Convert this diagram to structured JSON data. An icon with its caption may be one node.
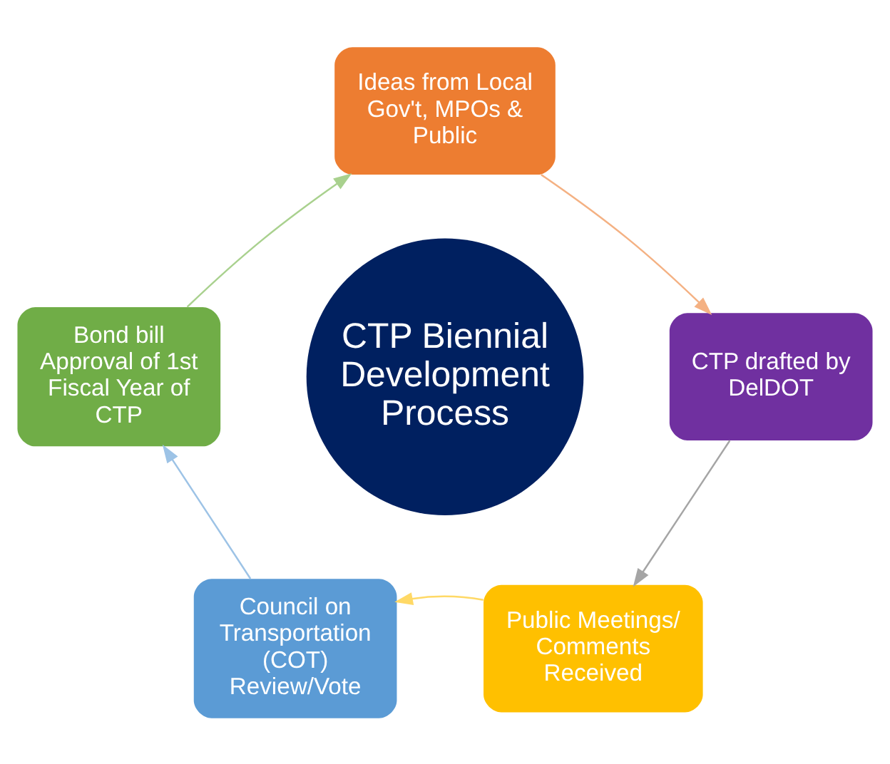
{
  "diagram": {
    "nodes": [
      {
        "text": [
          "Ideas from Local Gov't, MPOs & Public"
        ]
      },
      {
        "text": [
          "CTP drafted by DelDOT"
        ]
      },
      {
        "text": [
          "Public Meetings/ Comments Received"
        ]
      },
      {
        "text": [
          "Council on Transportation (COT) Review/Vote"
        ]
      },
      {
        "text": [
          "Bond bill Approval of 1st Fiscal Year of CTP"
        ]
      },
      {
        "text": [
          "CTP Biennial Development Process"
        ]
      }
    ],
    "edges": [
      {
        "from": 0,
        "to": 1,
        "arrow": "to",
        "color": "#f4b183"
      },
      {
        "from": 1,
        "to": 2,
        "arrow": "to",
        "color": "#a5a5a5"
      },
      {
        "from": 2,
        "to": 3,
        "arrow": "to",
        "color": "#ffd966"
      },
      {
        "from": 3,
        "to": 4,
        "arrow": "to",
        "color": "#9dc3e6"
      },
      {
        "from": 4,
        "to": 0,
        "arrow": "to",
        "color": "#a9d18e"
      }
    ]
  }
}
